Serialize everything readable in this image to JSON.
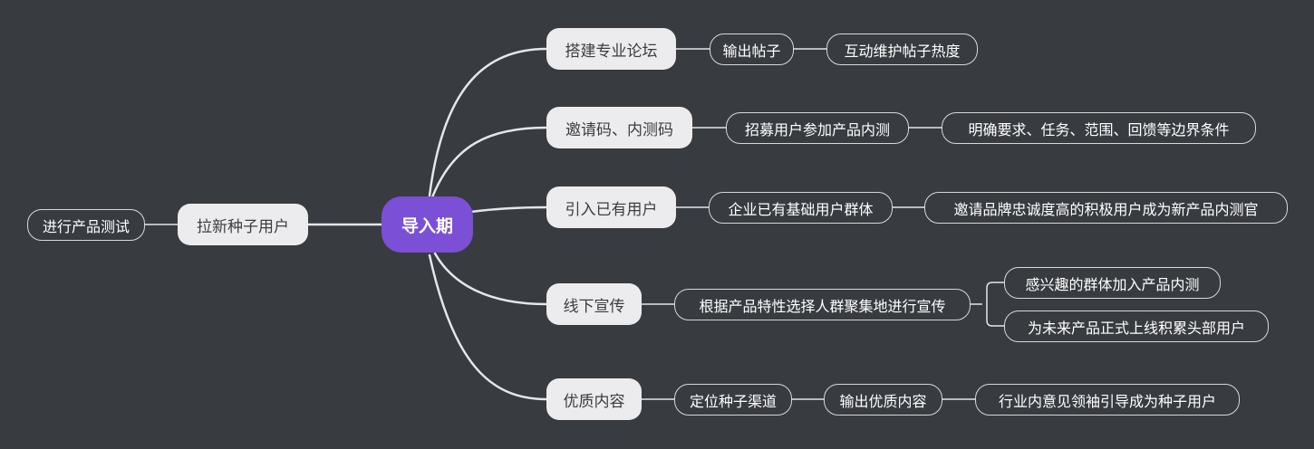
{
  "root": "导入期",
  "left": {
    "branch": "拉新种子用户",
    "child": "进行产品测试"
  },
  "branches": [
    {
      "label": "搭建专业论坛",
      "chain": [
        "输出帖子",
        "互动维护帖子热度"
      ]
    },
    {
      "label": "邀请码、内测码",
      "chain": [
        "招募用户参加产品内测",
        "明确要求、任务、范围、回馈等边界条件"
      ]
    },
    {
      "label": "引入已有用户",
      "chain": [
        "企业已有基础用户群体",
        "邀请品牌忠诚度高的积极用户成为新产品内测官"
      ]
    },
    {
      "label": "线下宣传",
      "chain": [
        "根据产品特性选择人群聚集地进行宣传"
      ],
      "fork": [
        "感兴趣的群体加入产品内测",
        "为未来产品正式上线积累头部用户"
      ]
    },
    {
      "label": "优质内容",
      "chain": [
        "定位种子渠道",
        "输出优质内容",
        "行业内意见领袖引导成为种子用户"
      ]
    }
  ],
  "colors": {
    "background": "#383b40",
    "root": "#7b4fd6",
    "main_node": "#ececee",
    "line": "#e6e6e8"
  }
}
